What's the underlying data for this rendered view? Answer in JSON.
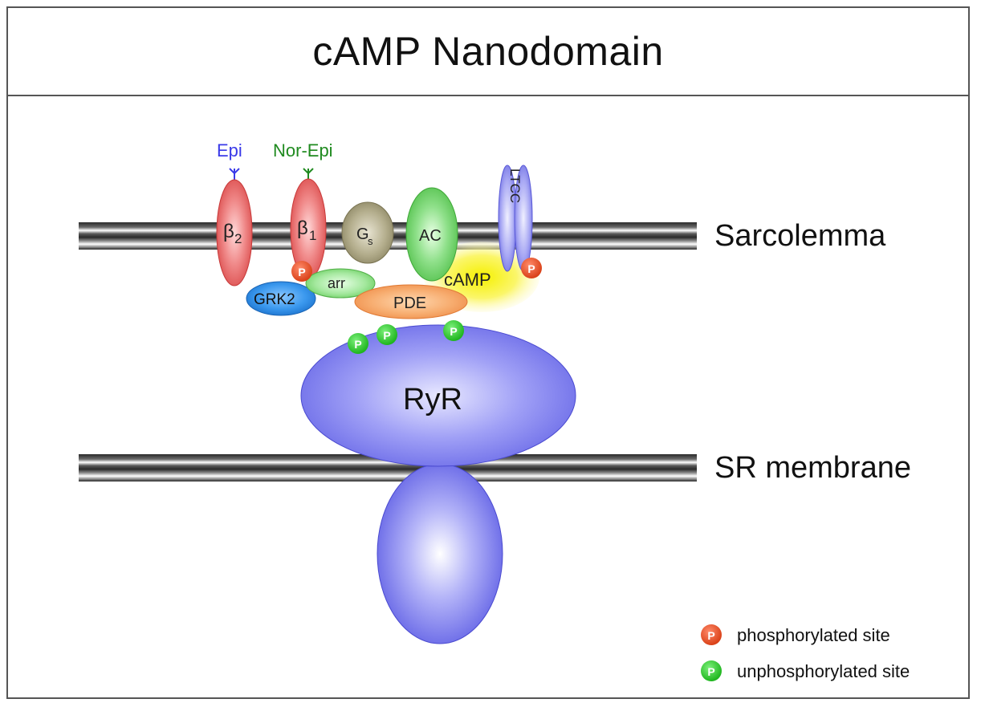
{
  "title": "cAMP Nanodomain",
  "membranes": {
    "sarcolemma": "Sarcolemma",
    "sr": "SR membrane"
  },
  "ligands": {
    "epi": "Epi",
    "norepi": "Nor-Epi"
  },
  "proteins": {
    "b2": {
      "greek": "β",
      "sub": "2"
    },
    "b1": {
      "greek": "β",
      "sub": "1"
    },
    "gs": {
      "main": "G",
      "sub": "s"
    },
    "ac": "AC",
    "ltcc": "LTCC",
    "camp": "cAMP",
    "grk2": "GRK2",
    "arr": "arr",
    "pde": "PDE",
    "ryr": "RyR"
  },
  "phospho_mark": "P",
  "legend": {
    "phosphorylated": "phosphorylated site",
    "unphosphorylated": "unphosphorylated site"
  },
  "colors": {
    "phosphorylated": "#e0401a",
    "unphosphorylated": "#22c01e",
    "epi_text": "#3a3ae8",
    "norepi_text": "#1f8a1f"
  }
}
